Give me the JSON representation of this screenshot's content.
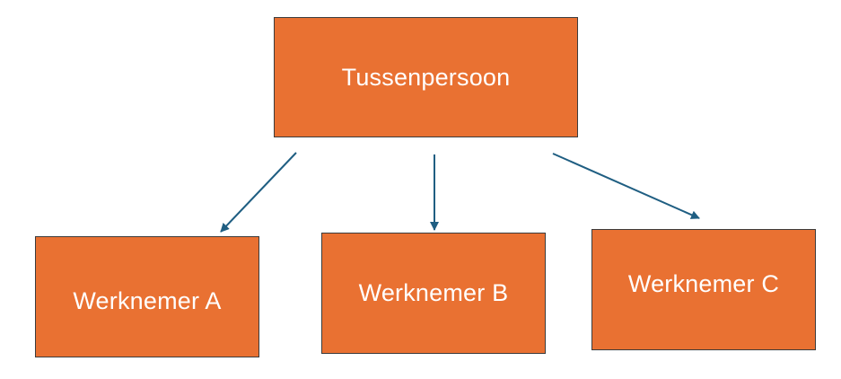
{
  "diagram": {
    "colors": {
      "box_fill": "#E97132",
      "box_border": "#3C3C3C",
      "text": "#FFFFFF",
      "arrow": "#1F5E82"
    },
    "nodes": {
      "top": {
        "label": "Tussenpersoon"
      },
      "a": {
        "label": "Werknemer A"
      },
      "b": {
        "label": "Werknemer B"
      },
      "c": {
        "label": "Werknemer C"
      }
    },
    "edges": [
      {
        "from": "Tussenpersoon",
        "to": "Werknemer A"
      },
      {
        "from": "Tussenpersoon",
        "to": "Werknemer B"
      },
      {
        "from": "Tussenpersoon",
        "to": "Werknemer C"
      }
    ]
  }
}
